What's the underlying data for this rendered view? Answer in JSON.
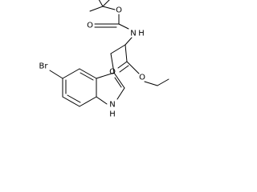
{
  "molecule": {
    "atoms": {
      "bromine": "Br",
      "ring_nitrogen": "N",
      "ring_hydrogen": "H",
      "amide_nitrogen": "N",
      "amide_hydrogen": "H",
      "boc_ether_oxygen": "O",
      "boc_carbonyl_oxygen": "O",
      "ester_carbonyl_oxygen": "O",
      "ester_ether_oxygen": "O"
    }
  }
}
